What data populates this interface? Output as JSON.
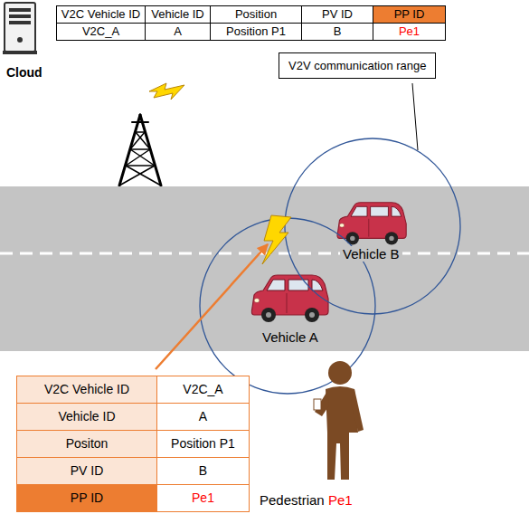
{
  "diagram": {
    "nodes": [
      {
        "text": [
          "V2V communication range"
        ]
      }
    ],
    "labels": [
      "V2C Vehicle ID",
      "Vehicle ID",
      "Position",
      "PV ID",
      "PP ID",
      "V2C_A",
      "A",
      "Position P1",
      "B",
      "Pe1",
      "Cloud",
      "Vehicle B",
      "Vehicle A",
      "V2C Vehicle ID",
      "V2C_A",
      "Vehicle ID",
      "A",
      "Positon",
      "Position P1",
      "PV ID",
      "B",
      "PP ID",
      "Pe1",
      "Pedestrian",
      "Pe1"
    ]
  }
}
